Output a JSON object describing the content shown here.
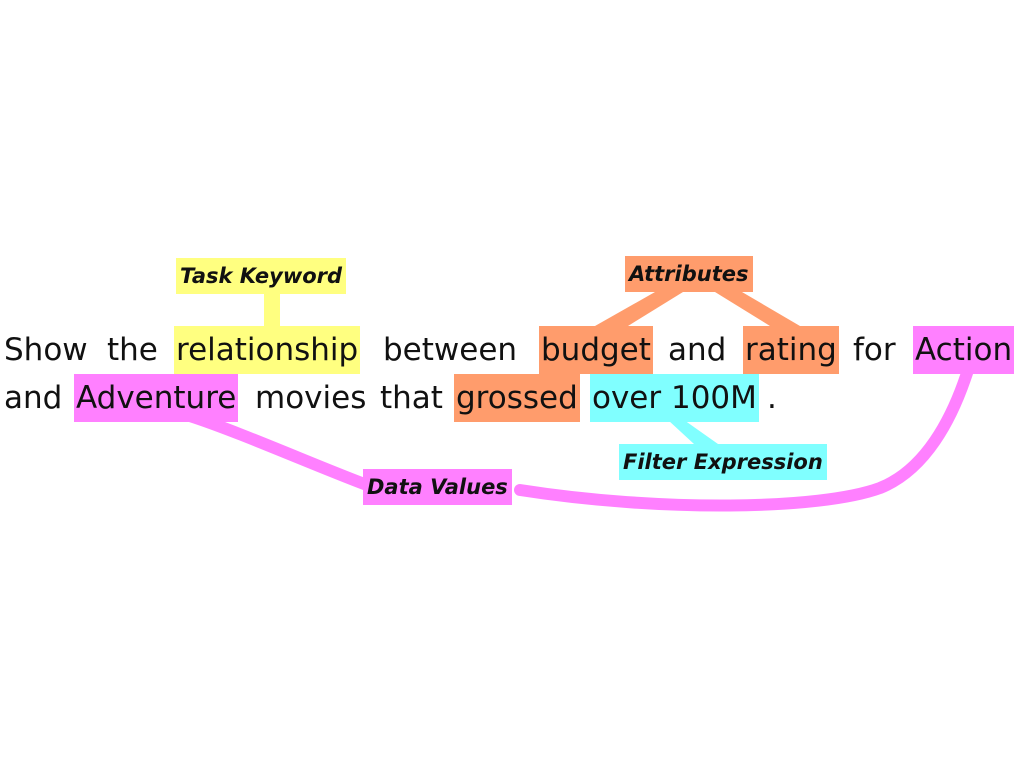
{
  "colors": {
    "task_keyword": "#ffff80",
    "attributes": "#ff9c6c",
    "data_values": "#ff80ff",
    "filter_expression": "#80ffff"
  },
  "labels": {
    "task_keyword": "Task Keyword",
    "attributes": "Attributes",
    "filter_expression": "Filter Expression",
    "data_values": "Data Values"
  },
  "sentence": {
    "line1": {
      "show": "Show",
      "the": "the",
      "relationship": "relationship",
      "between": "between",
      "budget": "budget",
      "and": "and",
      "rating": "rating",
      "for": "for",
      "action": "Action"
    },
    "line2": {
      "and": "and",
      "adventure": "Adventure",
      "movies": "movies",
      "that": "that",
      "grossed": "grossed",
      "over_100m": "over 100M",
      "period": "."
    }
  }
}
